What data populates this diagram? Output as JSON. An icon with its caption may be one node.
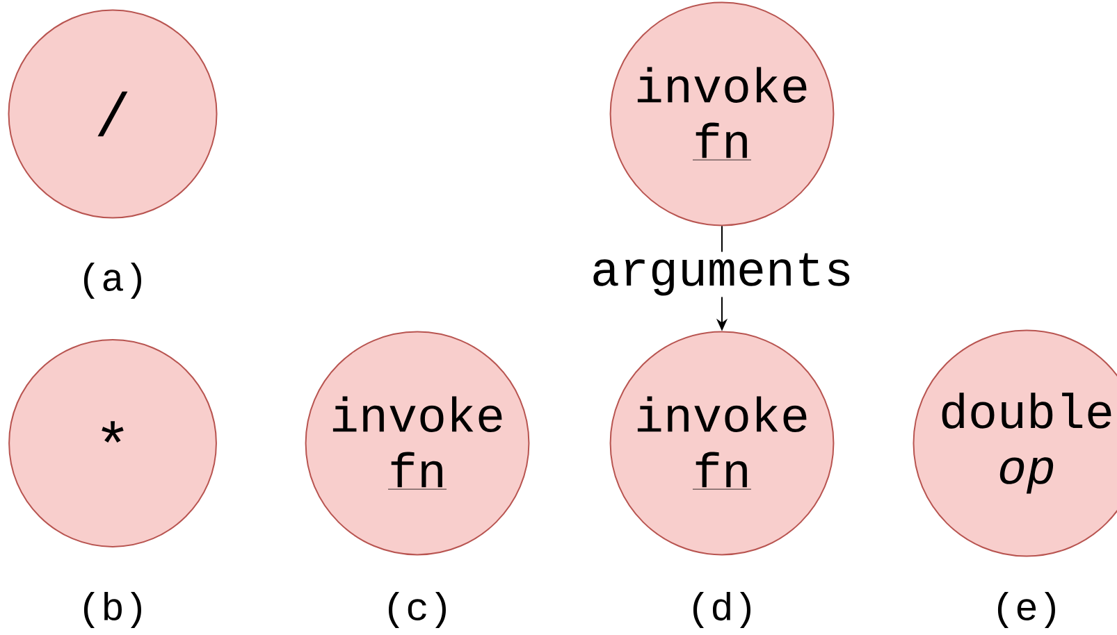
{
  "diagram": {
    "nodes": [
      {
        "text": [
          "/"
        ],
        "beside": [
          "(a)"
        ]
      },
      {
        "text": [
          "invoke",
          "fn"
        ]
      },
      {
        "text": [
          "*"
        ],
        "beside": [
          "(b)"
        ]
      },
      {
        "text": [
          "invoke",
          "fn"
        ],
        "beside": [
          "(c)"
        ]
      },
      {
        "text": [
          "invoke",
          "fn"
        ],
        "beside": [
          "(d)"
        ]
      },
      {
        "text": [
          "double *op*"
        ],
        "beside": [
          "(e)"
        ]
      }
    ],
    "edges": [
      {
        "from": 1,
        "to": 4,
        "arrow": "to",
        "label": "arguments"
      }
    ]
  }
}
